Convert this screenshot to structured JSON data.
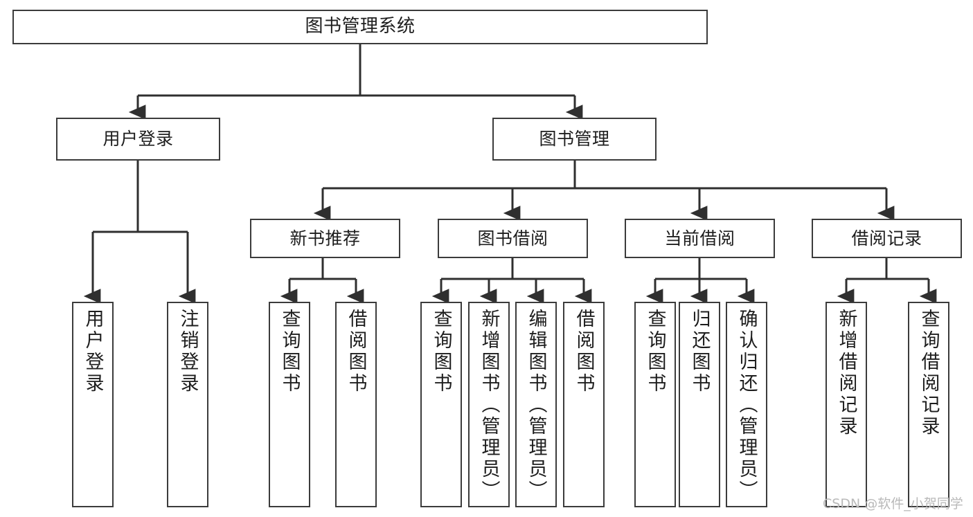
{
  "diagram": {
    "title": "图书管理系统",
    "type": "tree-hierarchy-chart",
    "colors": {
      "box_border": "#3b3b3b",
      "box_fill": "#ffffff",
      "connector": "#2f2f2f",
      "text": "#1d1d1d",
      "watermark": "#b9b9b9",
      "background": "#ffffff"
    },
    "root": {
      "label": "图书管理系统"
    },
    "level2": [
      {
        "label": "用户登录"
      },
      {
        "label": "图书管理"
      }
    ],
    "level3": [
      {
        "label": "新书推荐"
      },
      {
        "label": "图书借阅"
      },
      {
        "label": "当前借阅"
      },
      {
        "label": "借阅记录"
      }
    ],
    "leaves": {
      "user_login": [
        {
          "label": "用户登录"
        },
        {
          "label": "注销登录"
        }
      ],
      "new_book_recommend": [
        {
          "label": "查询图书"
        },
        {
          "label": "借阅图书"
        }
      ],
      "book_borrow": [
        {
          "label": "查询图书"
        },
        {
          "label": "新增图书（管理员）"
        },
        {
          "label": "编辑图书（管理员）"
        },
        {
          "label": "借阅图书"
        }
      ],
      "current_borrow": [
        {
          "label": "查询图书"
        },
        {
          "label": "归还图书"
        },
        {
          "label": "确认归还（管理员）"
        }
      ],
      "borrow_record": [
        {
          "label": "新增借阅记录"
        },
        {
          "label": "查询借阅记录"
        }
      ]
    },
    "watermark": "CSDN @软件_小贺同学"
  }
}
